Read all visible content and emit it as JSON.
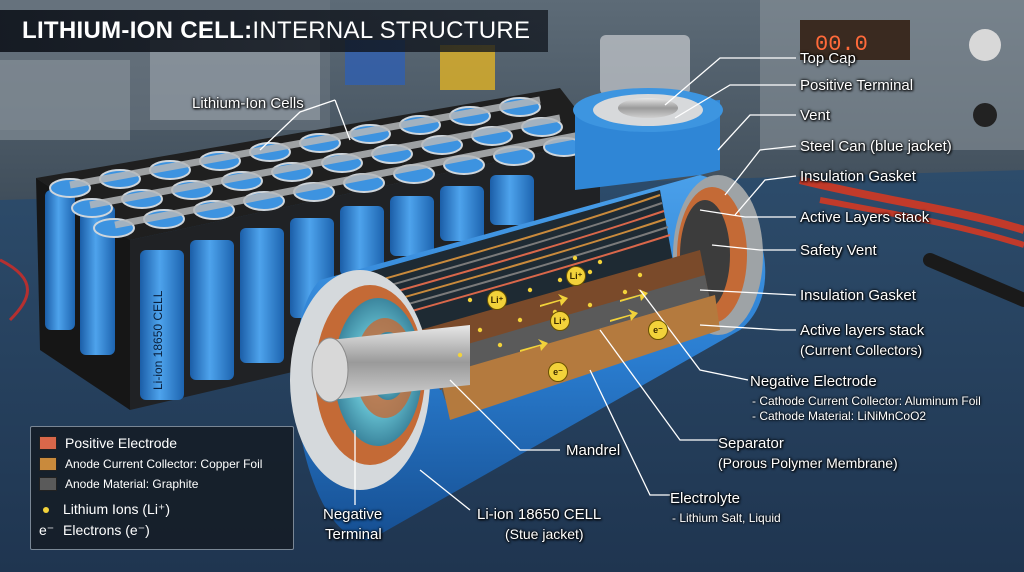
{
  "title": {
    "bold": "LITHIUM-ION CELL:",
    "rest": " INTERNAL STRUCTURE"
  },
  "battery_pack": {
    "label": "Lithium-Ion Cells",
    "cell_print": "Li-ion 18650 CELL"
  },
  "labels": {
    "top_cap": "Top Cap",
    "positive_terminal": "Positive Terminal",
    "vent": "Vent",
    "steel_can": "Steel Can (blue jacket)",
    "insulation_gasket_1": "Insulation Gasket",
    "active_layers_stack_1": "Active Layers stack",
    "safety_vent": "Safety Vent",
    "insulation_gasket_2": "Insulation Gasket",
    "active_layers_stack_2": "Active layers stack",
    "active_layers_stack_2_sub": "(Current Collectors)",
    "negative_electrode": "Negative Electrode",
    "negative_electrode_sub1": "- Cathode Current Collector: Aluminum Foil",
    "negative_electrode_sub2": "- Cathode Material: LiNiMnCoO2",
    "separator": "Separator",
    "separator_sub": "(Porous Polymer Membrane)",
    "mandrel": "Mandrel",
    "electrolyte": "Electrolyte",
    "electrolyte_sub": "- Lithium Salt, Liquid",
    "cell_name": "Li-ion 18650 CELL",
    "cell_name_sub": "(Stue jacket)",
    "negative_terminal_1": "Negative",
    "negative_terminal_2": "Terminal"
  },
  "ion_badge": "Li⁺",
  "electron_badge": "e⁻",
  "legend": [
    {
      "label": "Positive Electrode",
      "color": "#d9674a",
      "kind": "swatch"
    },
    {
      "label": "Anode Current Collector: Copper Foil",
      "color": "#c98a3c",
      "kind": "swatch"
    },
    {
      "label": "Anode Material: Graphite",
      "color": "#5a5a5a",
      "kind": "swatch"
    },
    {
      "label": "Lithium Ions (Li⁺)",
      "color": "#f2d23a",
      "kind": "dot"
    },
    {
      "label": "Electrons (e⁻)",
      "symbol": "e⁻",
      "kind": "text"
    }
  ],
  "colors": {
    "jacket_blue": "#2f86d6",
    "copper": "#c98a3c",
    "cathode": "#d9674a",
    "ion_yellow": "#f2d23a"
  }
}
